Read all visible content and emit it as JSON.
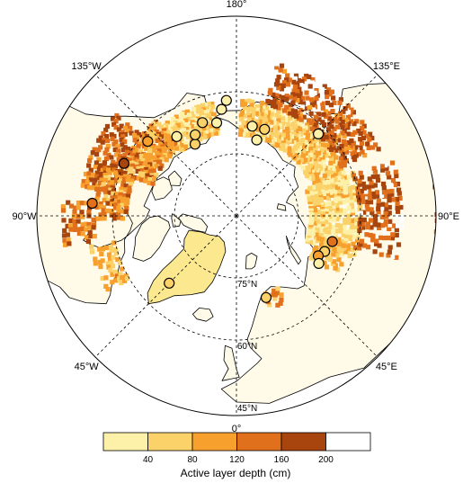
{
  "map": {
    "projection": "north polar stereographic",
    "longitude_labels": [
      {
        "text": "180°",
        "lon": 180
      },
      {
        "text": "135°E",
        "lon": 135
      },
      {
        "text": "90°E",
        "lon": 90
      },
      {
        "text": "45°E",
        "lon": 45
      },
      {
        "text": "0°",
        "lon": 0
      },
      {
        "text": "45°W",
        "lon": -45
      },
      {
        "text": "90°W",
        "lon": -90
      },
      {
        "text": "135°W",
        "lon": -135
      }
    ],
    "latitude_labels": [
      {
        "text": "75°N",
        "lat": 75
      },
      {
        "text": "60°N",
        "lat": 60
      },
      {
        "text": "45°N",
        "lat": 45
      }
    ],
    "colors": {
      "ocean": "#ffffff",
      "land": "#fffbe8",
      "greenland": "#fce98f",
      "outline": "#000000"
    },
    "sites": [
      {
        "lon": -150,
        "lat": 70,
        "depth": 50
      },
      {
        "lon": -153,
        "lat": 68,
        "depth": 45
      },
      {
        "lon": -160,
        "lat": 66,
        "depth": 60
      },
      {
        "lon": -168,
        "lat": 67,
        "depth": 30
      },
      {
        "lon": -172,
        "lat": 64,
        "depth": 35
      },
      {
        "lon": -175,
        "lat": 62,
        "depth": 25
      },
      {
        "lon": -143,
        "lat": 66,
        "depth": 30
      },
      {
        "lon": -130,
        "lat": 62,
        "depth": 100
      },
      {
        "lon": -115,
        "lat": 60,
        "depth": 170
      },
      {
        "lon": -95,
        "lat": 55,
        "depth": 140
      },
      {
        "lon": -45,
        "lat": 67,
        "depth": 40
      },
      {
        "lon": 170,
        "lat": 68,
        "depth": 30
      },
      {
        "lon": 162,
        "lat": 68,
        "depth": 40
      },
      {
        "lon": 165,
        "lat": 71,
        "depth": 25
      },
      {
        "lon": 135,
        "lat": 62,
        "depth": 30
      },
      {
        "lon": 75,
        "lat": 66,
        "depth": 150
      },
      {
        "lon": 68,
        "lat": 67,
        "depth": 40
      },
      {
        "lon": 64,
        "lat": 68,
        "depth": 80
      },
      {
        "lon": 60,
        "lat": 67,
        "depth": 30
      },
      {
        "lon": 20,
        "lat": 69,
        "depth": 40
      }
    ]
  },
  "colorbar": {
    "title": "Active layer depth (cm)",
    "tick_labels": [
      "40",
      "80",
      "120",
      "160",
      "200"
    ],
    "bins": [
      {
        "label": "<40",
        "color": "#fdf0a8"
      },
      {
        "label": "40-80",
        "color": "#fbd26a"
      },
      {
        "label": "80-120",
        "color": "#f7a02e"
      },
      {
        "label": "120-160",
        "color": "#e0701c"
      },
      {
        "label": "160-200",
        "color": "#a8440d"
      },
      {
        "label": ">200",
        "color": "#ffffff"
      }
    ]
  }
}
